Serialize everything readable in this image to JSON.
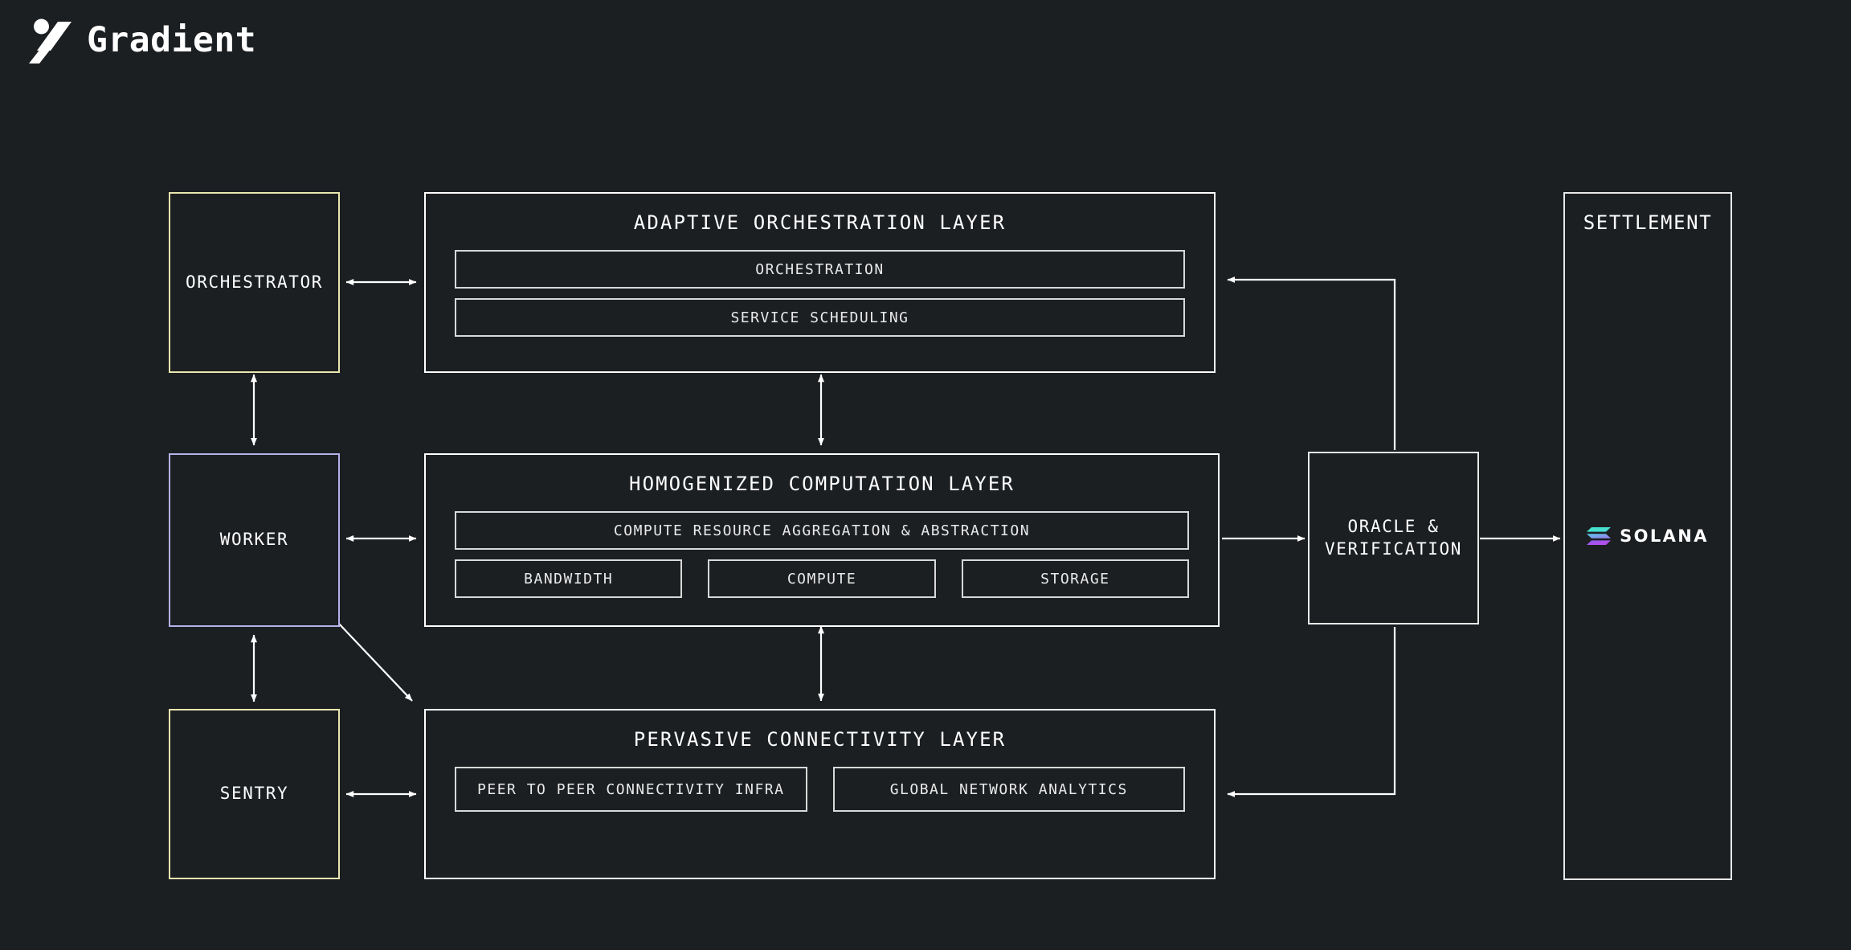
{
  "brand": {
    "name": "Gradient",
    "mark_icon": "gradient-logo-icon"
  },
  "nodes": {
    "orchestrator": {
      "label": "ORCHESTRATOR",
      "accent": "#e9e7b0"
    },
    "worker": {
      "label": "WORKER",
      "accent": "#b4b2ea"
    },
    "sentry": {
      "label": "SENTRY",
      "accent": "#e9e7b0"
    },
    "oracle": {
      "label": "ORACLE &\nVERIFICATION",
      "accent": "#ffffff"
    },
    "settlement": {
      "label": "SETTLEMENT",
      "accent": "#ffffff"
    }
  },
  "layers": {
    "orchestration": {
      "title": "ADAPTIVE ORCHESTRATION LAYER",
      "accent": "#e9e7b0",
      "rows": [
        [
          "ORCHESTRATION"
        ],
        [
          "SERVICE SCHEDULING"
        ]
      ]
    },
    "computation": {
      "title": "HOMOGENIZED COMPUTATION LAYER",
      "accent": "#b4b2ea",
      "rows": [
        [
          "COMPUTE RESOURCE AGGREGATION & ABSTRACTION"
        ],
        [
          "BANDWIDTH",
          "COMPUTE",
          "STORAGE"
        ]
      ]
    },
    "connectivity": {
      "title": "PERVASIVE CONNECTIVITY LAYER",
      "accent": "#ffffff",
      "rows": [
        [
          "PEER TO PEER CONNECTIVITY INFRA",
          "GLOBAL NETWORK ANALYTICS"
        ]
      ]
    }
  },
  "settlement_chain": {
    "name": "SOLANA",
    "mark_icon": "solana-logo-icon",
    "gradient_from": "#3ee6c4",
    "gradient_to": "#9945ff"
  },
  "connectors": [
    {
      "name": "orchestrator-to-orchestration-layer",
      "style": "double-arrow-horizontal"
    },
    {
      "name": "orchestrator-to-worker",
      "style": "double-arrow-vertical"
    },
    {
      "name": "orchestration-layer-to-computation-layer",
      "style": "double-arrow-vertical"
    },
    {
      "name": "worker-to-computation-layer",
      "style": "double-arrow-horizontal"
    },
    {
      "name": "worker-to-sentry",
      "style": "double-arrow-vertical"
    },
    {
      "name": "worker-to-connectivity-layer",
      "style": "single-arrow-diagonal"
    },
    {
      "name": "sentry-to-connectivity-layer",
      "style": "double-arrow-horizontal"
    },
    {
      "name": "computation-layer-to-connectivity-layer",
      "style": "double-arrow-vertical"
    },
    {
      "name": "computation-layer-to-oracle",
      "style": "single-arrow-horizontal"
    },
    {
      "name": "oracle-to-orchestration-layer",
      "style": "elbow-arrow-up-left"
    },
    {
      "name": "oracle-to-connectivity-layer",
      "style": "elbow-arrow-down-left"
    },
    {
      "name": "oracle-to-settlement",
      "style": "single-arrow-horizontal"
    }
  ]
}
